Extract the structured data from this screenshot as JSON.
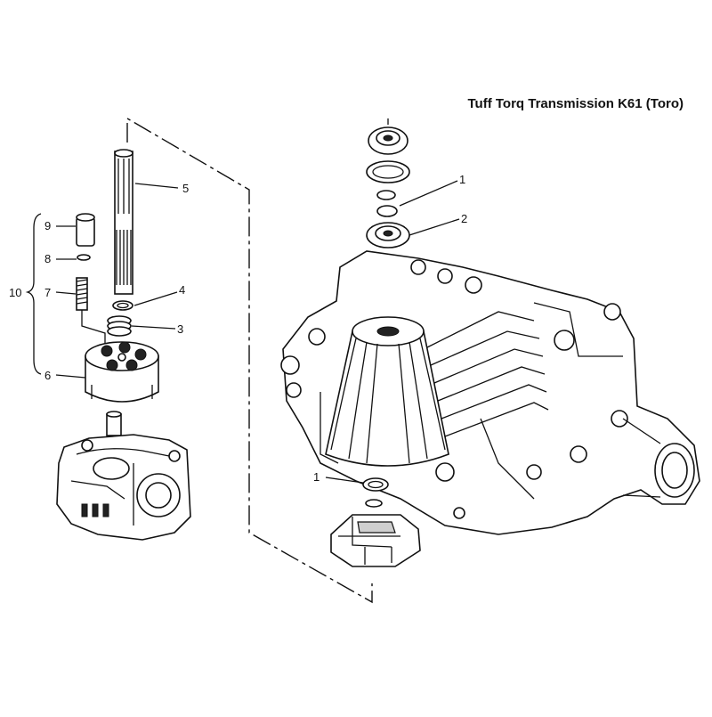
{
  "title": "Tuff Torq Transmission K61 (Toro)",
  "callouts": {
    "c1_upper": "1",
    "c2": "2",
    "c1_lower": "1",
    "c5": "5",
    "c4": "4",
    "c3": "3",
    "c9": "9",
    "c8": "8",
    "c7": "7",
    "c6": "6",
    "c10": "10"
  }
}
